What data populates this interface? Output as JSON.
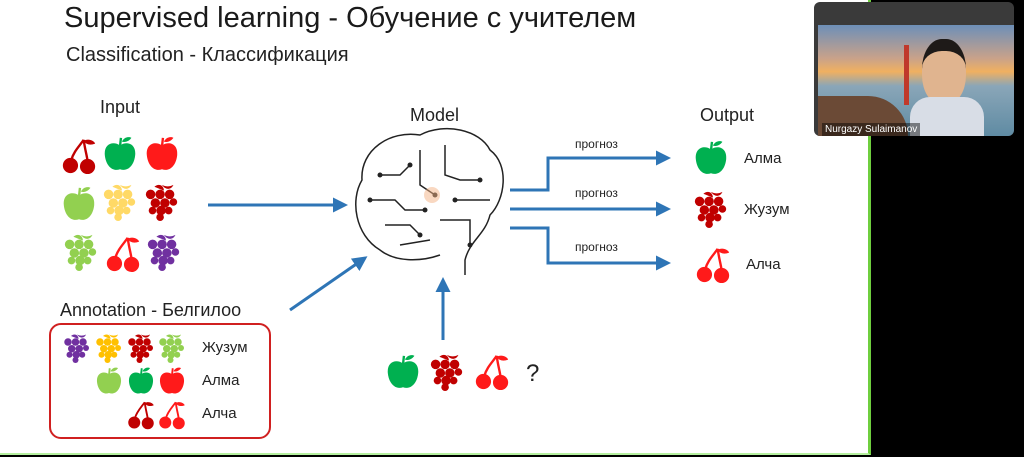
{
  "slide": {
    "title": "Supervised learning - Обучение с учителем",
    "subtitle": "Classification - Классификация",
    "input_label": "Input",
    "model_label": "Model",
    "output_label": "Output",
    "annotation_label": "Annotation - Белгилоо",
    "forecast_labels": [
      "прогноз",
      "прогноз",
      "прогноз"
    ],
    "output_classes": [
      "Алма",
      "Жузум",
      "Алча"
    ],
    "annotation_classes": [
      "Жузум",
      "Алма",
      "Алча"
    ],
    "query_mark": "?"
  },
  "colors": {
    "dark_red": "#c00000",
    "red": "#ff1a1a",
    "green": "#00b050",
    "light_green": "#92d050",
    "yellow": "#ffd966",
    "purple": "#7030a0",
    "arrow": "#2e75b6"
  },
  "video_call": {
    "participant_name": "Nurgazy Sulaimanov"
  }
}
